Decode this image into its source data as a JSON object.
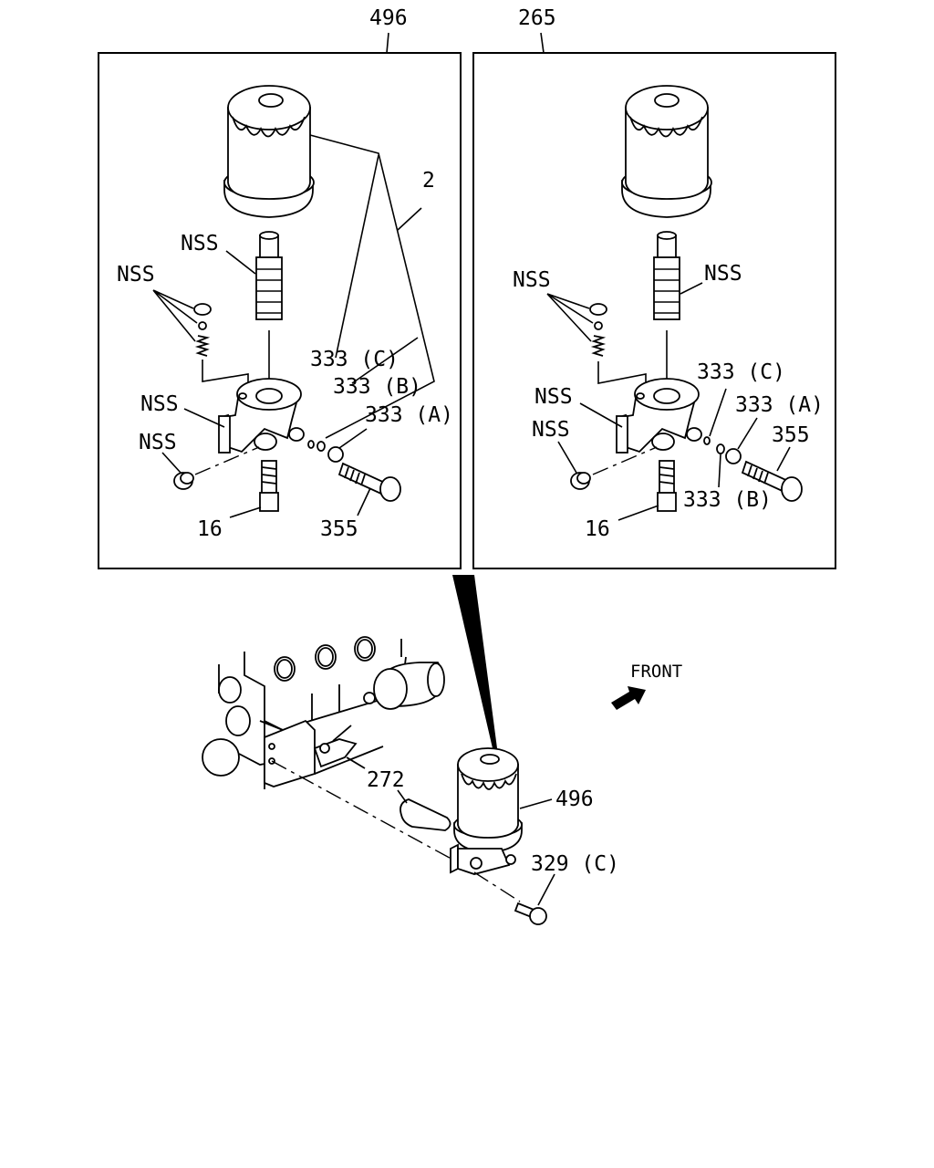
{
  "panels": {
    "left": {
      "header": "496",
      "labels": {
        "filter_ref": "2",
        "stud": "NSS",
        "valve_group": "NSS",
        "body": "NSS",
        "plug": "NSS",
        "ring_c": "333 (C)",
        "ring_b": "333 (B)",
        "ring_a": "333 (A)",
        "bolt": "355",
        "fitting": "16"
      }
    },
    "right": {
      "header": "265",
      "labels": {
        "stud": "NSS",
        "valve_group": "NSS",
        "body": "NSS",
        "plug": "NSS",
        "ring_c": "333 (C)",
        "ring_a": "333 (A)",
        "ring_b": "333 (B)",
        "bolt": "355",
        "fitting": "16"
      }
    }
  },
  "assembly": {
    "front_label": "FRONT",
    "gasket": "272",
    "filter": "496",
    "bolt": "329 (C)"
  }
}
